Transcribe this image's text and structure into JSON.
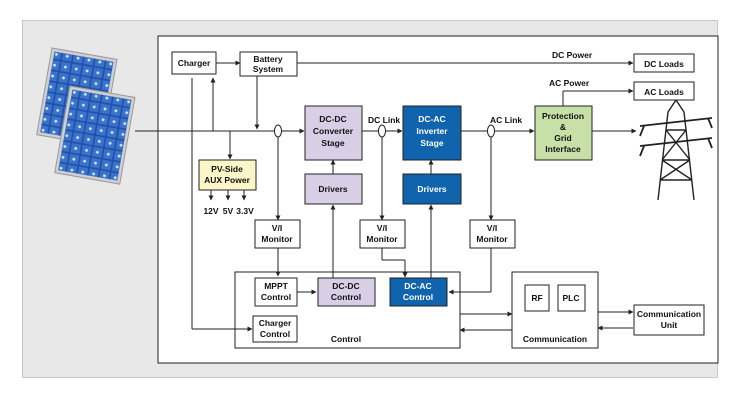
{
  "colors": {
    "panel_bg": "#e8e8e8",
    "purple_block": "#d8cfe6",
    "blue_block": "#1063ad",
    "green_block": "#c7e0a8",
    "yellow_block": "#fbf6c8",
    "white_block": "#ffffff",
    "line": "#222222"
  },
  "blocks": {
    "charger": "Charger",
    "battery_system": [
      "Battery",
      "System"
    ],
    "dc_loads": "DC Loads",
    "ac_loads": "AC Loads",
    "dcdc_converter": [
      "DC-DC",
      "Converter",
      "Stage"
    ],
    "dcac_inverter": [
      "DC-AC",
      "Inverter",
      "Stage"
    ],
    "protection": [
      "Protection",
      "&",
      "Grid",
      "Interface"
    ],
    "pv_aux": [
      "PV-Side",
      "AUX Power"
    ],
    "drivers_dcdc": "Drivers",
    "drivers_dcac": "Drivers",
    "vi_monitor_left": [
      "V/I",
      "Monitor"
    ],
    "vi_monitor_mid": [
      "V/I",
      "Monitor"
    ],
    "vi_monitor_right": [
      "V/I",
      "Monitor"
    ],
    "mppt_control": [
      "MPPT",
      "Control"
    ],
    "dcdc_control": [
      "DC-DC",
      "Control"
    ],
    "dcac_control": [
      "DC-AC",
      "Control"
    ],
    "charger_control": [
      "Charger",
      "Control"
    ],
    "control_group": "Control",
    "rf": "RF",
    "plc": "PLC",
    "communication_group": "Communication",
    "communication_unit": [
      "Communication",
      "Unit"
    ]
  },
  "labels": {
    "dc_power": "DC Power",
    "ac_power": "AC Power",
    "dc_link": "DC Link",
    "ac_link": "AC Link",
    "v12": "12V",
    "v5": "5V",
    "v33": "3.3V"
  },
  "icons": {
    "solar": "solar-panel-icon",
    "grid": "transmission-tower-icon"
  }
}
